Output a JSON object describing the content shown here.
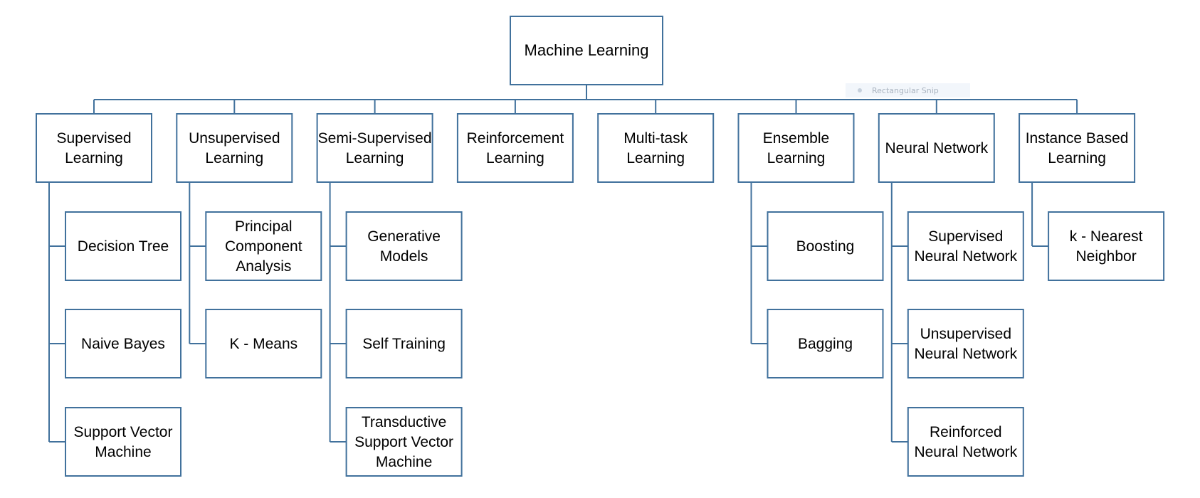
{
  "root": {
    "label": "Machine Learning"
  },
  "watermark": {
    "label": "Rectangular Snip"
  },
  "categories": [
    {
      "id": "supervised",
      "label": [
        "Supervised",
        "Learning"
      ],
      "children": [
        [
          "Decision Tree"
        ],
        [
          "Naive Bayes"
        ],
        [
          "Support Vector",
          "Machine"
        ]
      ]
    },
    {
      "id": "unsupervised",
      "label": [
        "Unsupervised",
        "Learning"
      ],
      "children": [
        [
          "Principal",
          "Component",
          "Analysis"
        ],
        [
          "K - Means"
        ]
      ]
    },
    {
      "id": "semi-supervised",
      "label": [
        "Semi-Supervised",
        "Learning"
      ],
      "children": [
        [
          "Generative",
          "Models"
        ],
        [
          "Self Training"
        ],
        [
          "Transductive",
          "Support Vector",
          "Machine"
        ]
      ]
    },
    {
      "id": "reinforcement",
      "label": [
        "Reinforcement",
        "Learning"
      ],
      "children": []
    },
    {
      "id": "multi-task",
      "label": [
        "Multi-task",
        "Learning"
      ],
      "children": []
    },
    {
      "id": "ensemble",
      "label": [
        "Ensemble",
        "Learning"
      ],
      "children": [
        [
          "Boosting"
        ],
        [
          "Bagging"
        ]
      ]
    },
    {
      "id": "neural-network",
      "label": [
        "Neural Network"
      ],
      "children": [
        [
          "Supervised",
          "Neural Network"
        ],
        [
          "Unsupervised",
          "Neural Network"
        ],
        [
          "Reinforced",
          "Neural Network"
        ]
      ]
    },
    {
      "id": "instance-based",
      "label": [
        "Instance Based",
        "Learning"
      ],
      "children": [
        [
          "k - Nearest",
          "Neighbor"
        ]
      ]
    }
  ],
  "colors": {
    "line": "#41719c",
    "box_fill": "#ffffff",
    "text": "#000000"
  }
}
